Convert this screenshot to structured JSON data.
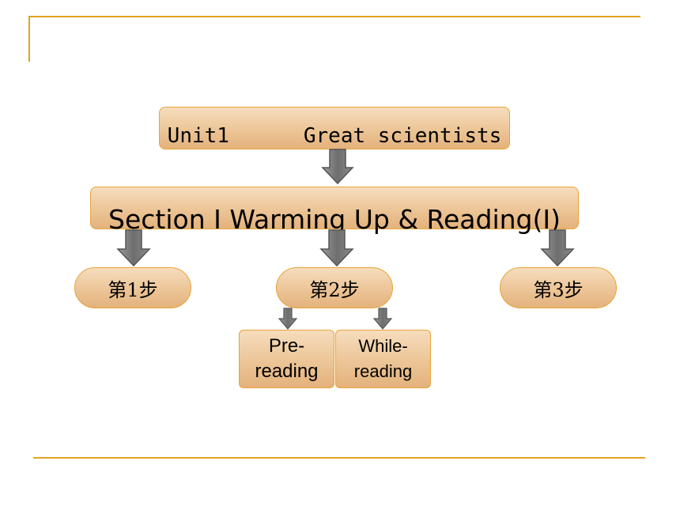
{
  "unit_title": "Unit1      Great scientists",
  "section_title": "Section Ⅰ Warming Up & Reading(Ⅰ)",
  "steps": [
    {
      "label": "第1步"
    },
    {
      "label": "第2步"
    },
    {
      "label": "第3步"
    }
  ],
  "sub_steps": [
    {
      "label": "Pre-reading"
    },
    {
      "label": "While-reading"
    }
  ],
  "colors": {
    "box_fill": "#ecc597",
    "box_border": "#e8a43a",
    "rule": "#e0a420",
    "arrow": "#7a7a7a"
  }
}
